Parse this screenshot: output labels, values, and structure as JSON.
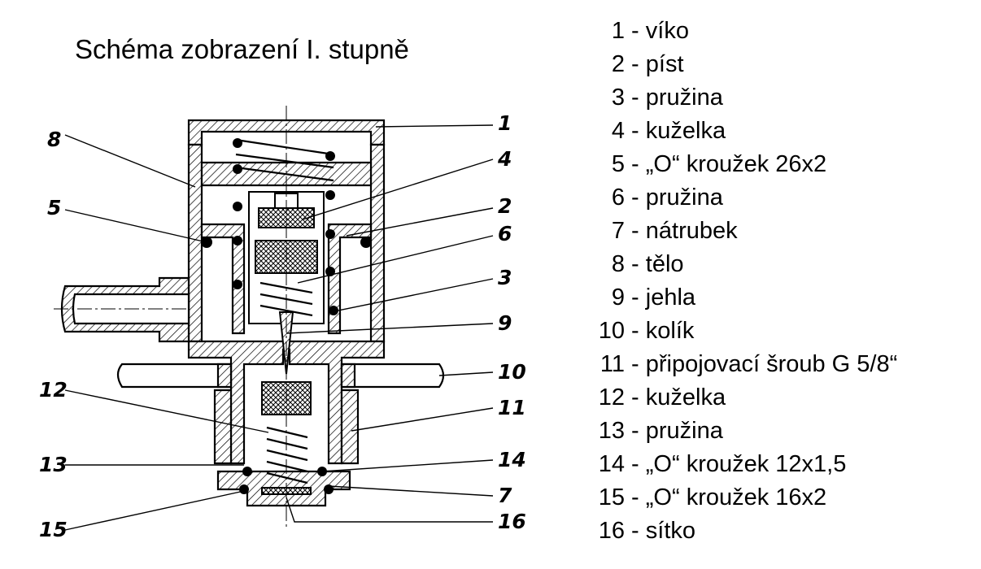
{
  "title": "Schéma zobrazení I. stupně",
  "callouts": [
    "1",
    "2",
    "3",
    "4",
    "5",
    "6",
    "7",
    "8",
    "9",
    "10",
    "11",
    "12",
    "13",
    "14",
    "15",
    "16"
  ],
  "legend": [
    {
      "num": "1",
      "text": " - víko"
    },
    {
      "num": "2",
      "text": " - píst"
    },
    {
      "num": "3",
      "text": " - pružina"
    },
    {
      "num": "4",
      "text": " - kuželka"
    },
    {
      "num": "5",
      "text": " - „O“ kroužek 26x2"
    },
    {
      "num": "6",
      "text": " - pružina"
    },
    {
      "num": "7",
      "text": " - nátrubek"
    },
    {
      "num": "8",
      "text": " - tělo"
    },
    {
      "num": "9",
      "text": " - jehla"
    },
    {
      "num": "10",
      "text": " - kolík"
    },
    {
      "num": "11",
      "text": " - připojovací šroub G 5/8“"
    },
    {
      "num": "12",
      "text": " - kuželka"
    },
    {
      "num": "13",
      "text": " - pružina"
    },
    {
      "num": "14",
      "text": " - „O“ kroužek 12x1,5"
    },
    {
      "num": "15",
      "text": " - „O“ kroužek 16x2"
    },
    {
      "num": "16",
      "text": " - sítko"
    }
  ]
}
